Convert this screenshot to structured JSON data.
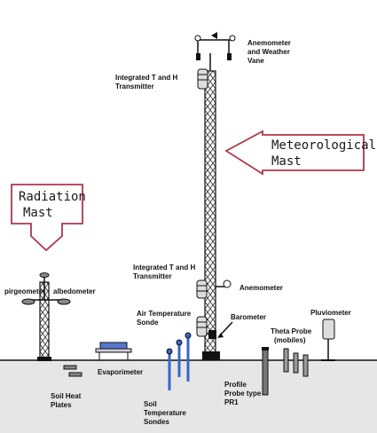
{
  "labels": {
    "anemometer_top_1": "Anemometer",
    "anemometer_top_2": "and Weather",
    "anemometer_top_3": "Vane",
    "th_top_1": "Integrated T and H",
    "th_top_2": "Transmitter",
    "th_mid_1": "Integrated T and H",
    "th_mid_2": "Transmitter",
    "anemometer_mid": "Anemometer",
    "air_temp_1": "Air Temperature",
    "air_temp_2": "Sonde",
    "barometer": "Barometer",
    "pluviometer": "Pluviometer",
    "theta_1": "Theta Probe",
    "theta_2": "(mobiles)",
    "pirgeometer": "pirgeometer",
    "albedometer": "albedometer",
    "evaporimeter": "Evaporimeter",
    "soil_heat_1": "Soil Heat",
    "soil_heat_2": "Plates",
    "soil_temp_1": "Soil",
    "soil_temp_2": "Temperature",
    "soil_temp_3": "Sondes",
    "profile_1": "Profile",
    "profile_2": "Probe type",
    "profile_3": "PR1"
  },
  "callouts": {
    "met_line1": "Meteorological",
    "met_line2": "Mast",
    "rad_line1": "Radiation",
    "rad_line2": "Mast"
  },
  "colors": {
    "ground": "#e6e6e6",
    "arrow_outline": "#b0364a",
    "evaporimeter": "#5577cc",
    "probe": "#3a64c8"
  }
}
